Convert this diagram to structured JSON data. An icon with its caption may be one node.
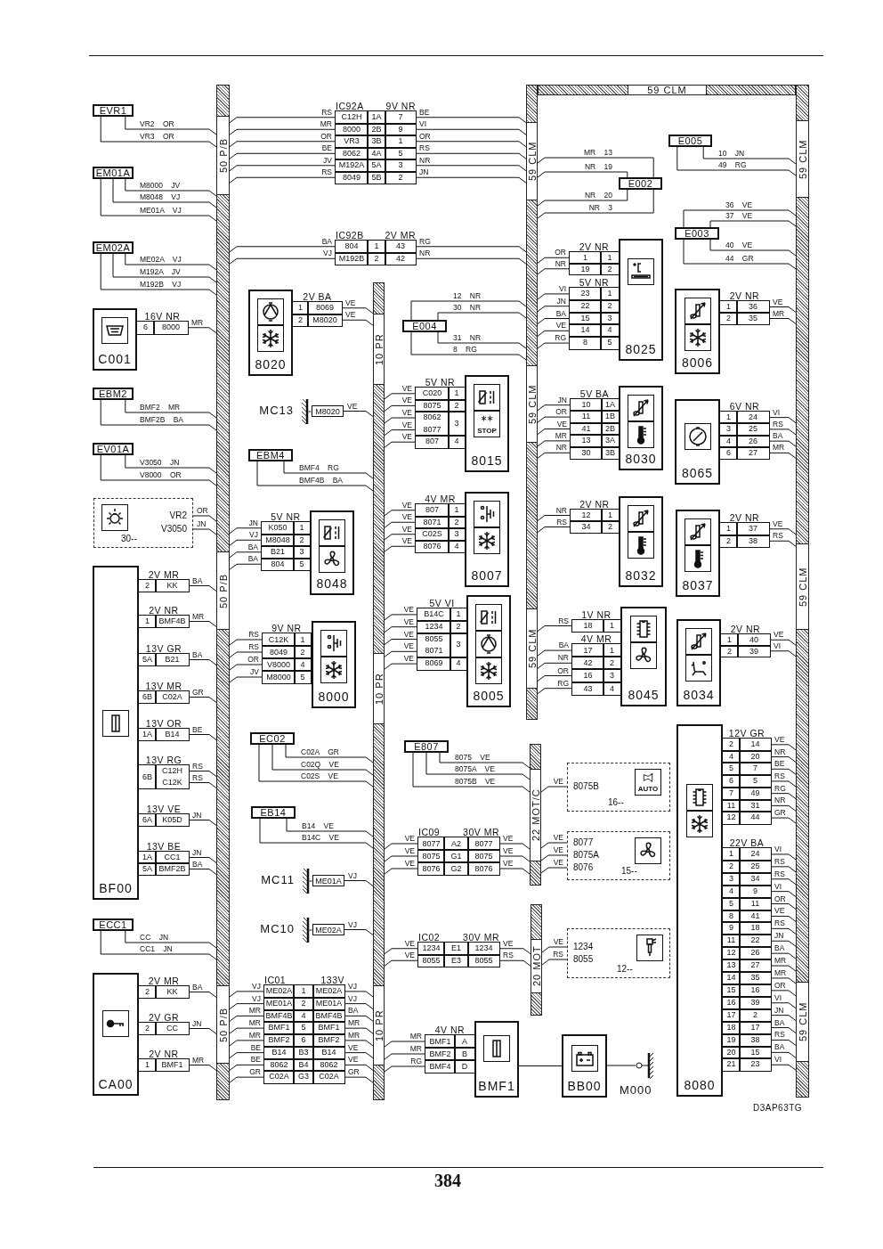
{
  "diagram": {
    "nodes": [
      {
        "text": [
          "50 P/B",
          "50 P/B",
          "50 P/B"
        ]
      },
      {
        "text": [
          "10 PR",
          "10 PR",
          "10 PR"
        ]
      },
      {
        "text": [
          "59 CLM"
        ]
      },
      {
        "text": [
          "59 CLM",
          "59 CLM",
          "59 CLM"
        ]
      },
      {
        "text": [
          "59 CLM",
          "59 CLM",
          "59 CLM"
        ]
      },
      {
        "text": [
          "22 MOT/C"
        ]
      },
      {
        "text": [
          "20 MOT"
        ]
      },
      {
        "text": [
          "EVR1"
        ]
      },
      {
        "text": [
          "EM01A"
        ]
      },
      {
        "text": [
          "EM02A"
        ]
      },
      {
        "text": [
          "C001"
        ]
      },
      {
        "text": [
          "16V NR",
          "6",
          "8000"
        ]
      },
      {
        "text": [
          "EBM2"
        ]
      },
      {
        "text": [
          "EV01A"
        ]
      },
      {
        "text": [
          "VR2",
          "V3050",
          "30--"
        ]
      },
      {
        "text": [
          "BF00"
        ]
      },
      {
        "text": [
          "2V MR",
          "2",
          "KK"
        ]
      },
      {
        "text": [
          "2V NR",
          "1",
          "BMF4B"
        ]
      },
      {
        "text": [
          "13V GR",
          "5A",
          "B21"
        ]
      },
      {
        "text": [
          "13V MR",
          "6B",
          "C02A"
        ]
      },
      {
        "text": [
          "13V OR",
          "1A",
          "B14"
        ]
      },
      {
        "text": [
          "13V RG",
          "6B",
          "C12H C12K"
        ]
      },
      {
        "text": [
          "13V VE",
          "6A",
          "K05D"
        ]
      },
      {
        "text": [
          "13V BE",
          "1A",
          "CC1",
          "5A",
          "BMF2B"
        ]
      },
      {
        "text": [
          "ECC1"
        ]
      },
      {
        "text": [
          "CA00"
        ]
      },
      {
        "text": [
          "2V MR",
          "2",
          "KK"
        ]
      },
      {
        "text": [
          "2V GR",
          "2",
          "CC"
        ]
      },
      {
        "text": [
          "2V NR",
          "1",
          "BMF1"
        ]
      },
      {
        "text": [
          "IC92A",
          "9V NR",
          "C12H",
          "1A",
          "7",
          "8000",
          "2B",
          "9",
          "VR3",
          "3B",
          "1",
          "8062",
          "4A",
          "5",
          "M192A",
          "5A",
          "3",
          "8049",
          "5B",
          "2"
        ]
      },
      {
        "text": [
          "IC92B",
          "2V MR",
          "804",
          "1",
          "43",
          "M192B",
          "2",
          "42"
        ]
      },
      {
        "text": [
          "8020"
        ]
      },
      {
        "text": [
          "2V BA",
          "1",
          "8069",
          "2",
          "M8020"
        ]
      },
      {
        "text": [
          "M8020"
        ],
        "beside": [
          "MC13"
        ]
      },
      {
        "text": [
          "EBM4"
        ]
      },
      {
        "text": [
          "5V NR",
          "K050",
          "1",
          "M8048",
          "2",
          "B21",
          "3",
          "804",
          "5"
        ]
      },
      {
        "text": [
          "8048"
        ]
      },
      {
        "text": [
          "9V NR",
          "C12K",
          "1",
          "8049",
          "2",
          "V8000",
          "4",
          "M8000",
          "5"
        ]
      },
      {
        "text": [
          "8000"
        ]
      },
      {
        "text": [
          "EC02"
        ]
      },
      {
        "text": [
          "EB14"
        ]
      },
      {
        "text": [
          "ME01A"
        ],
        "beside": [
          "MC11"
        ]
      },
      {
        "text": [
          "ME02A"
        ],
        "beside": [
          "MC10"
        ]
      },
      {
        "text": [
          "IC01",
          "133V",
          "ME02A",
          "1",
          "ME02A",
          "ME01A",
          "2",
          "ME01A",
          "BMF4B",
          "4",
          "BMF4B",
          "BMF1",
          "5",
          "BMF1",
          "BMF2",
          "6",
          "BMF2",
          "B14",
          "B3",
          "B14",
          "8062",
          "B4",
          "8062",
          "C02A",
          "G3",
          "C02A"
        ]
      },
      {
        "text": [
          "E004"
        ]
      },
      {
        "text": [
          "5V NR",
          "C020",
          "1",
          "8075",
          "2",
          "8062 8077",
          "3",
          "807",
          "4"
        ]
      },
      {
        "text": [
          "STOP",
          "8015"
        ]
      },
      {
        "text": [
          "4V MR",
          "807",
          "1",
          "8071",
          "2",
          "C02S",
          "3",
          "8076",
          "4"
        ]
      },
      {
        "text": [
          "8007"
        ]
      },
      {
        "text": [
          "5V VI",
          "B14C",
          "1",
          "1234",
          "2",
          "8055 8071",
          "3",
          "8069",
          "4"
        ]
      },
      {
        "text": [
          "8005"
        ]
      },
      {
        "text": [
          "E807"
        ]
      },
      {
        "text": [
          "IC09",
          "30V MR",
          "8077",
          "A2",
          "8077",
          "8075",
          "G1",
          "8075",
          "8076",
          "G2",
          "8076"
        ]
      },
      {
        "text": [
          "8075B",
          "16--",
          "AUTO"
        ]
      },
      {
        "text": [
          "8077",
          "8075A",
          "8076",
          "15--"
        ]
      },
      {
        "text": [
          "IC02",
          "30V MR",
          "1234",
          "E1",
          "1234",
          "8055",
          "E3",
          "8055"
        ]
      },
      {
        "text": [
          "1234",
          "8055",
          "12--"
        ]
      },
      {
        "text": [
          "4V NR",
          "BMF1",
          "A",
          "BMF2",
          "B",
          "BMF4",
          "D"
        ]
      },
      {
        "text": [
          "BMF1"
        ]
      },
      {
        "text": [
          "BB00"
        ]
      },
      {
        "text": [],
        "shape": "ground",
        "beside": [
          "M000"
        ]
      },
      {
        "text": [
          "E002"
        ]
      },
      {
        "text": [
          "E005"
        ]
      },
      {
        "text": [
          "E003"
        ]
      },
      {
        "text": [
          "2V NR",
          "1",
          "1",
          "19",
          "2"
        ]
      },
      {
        "text": [
          "5V NR",
          "23",
          "1",
          "22",
          "2",
          "15",
          "3",
          "14",
          "4",
          "8",
          "5"
        ]
      },
      {
        "text": [
          "8025"
        ]
      },
      {
        "text": [
          "8006"
        ]
      },
      {
        "text": [
          "2V NR",
          "1",
          "36",
          "2",
          "35"
        ]
      },
      {
        "text": [
          "5V BA",
          "10",
          "1A",
          "11",
          "1B",
          "41",
          "2B",
          "13",
          "3A",
          "30",
          "3B"
        ]
      },
      {
        "text": [
          "8030"
        ]
      },
      {
        "text": [
          "8065"
        ]
      },
      {
        "text": [
          "6V NR",
          "1",
          "24",
          "3",
          "25",
          "4",
          "26",
          "6",
          "27"
        ]
      },
      {
        "text": [
          "2V NR",
          "12",
          "1",
          "34",
          "2"
        ]
      },
      {
        "text": [
          "8032"
        ]
      },
      {
        "text": [
          "8037"
        ]
      },
      {
        "text": [
          "2V NR",
          "1",
          "37",
          "2",
          "38"
        ]
      },
      {
        "text": [
          "1V NR",
          "18",
          "1"
        ]
      },
      {
        "text": [
          "4V MR",
          "17",
          "1",
          "42",
          "2",
          "16",
          "3",
          "43",
          "4"
        ]
      },
      {
        "text": [
          "8045"
        ]
      },
      {
        "text": [
          "8034"
        ]
      },
      {
        "text": [
          "2V NR",
          "1",
          "40",
          "2",
          "39"
        ]
      },
      {
        "text": [
          "8080"
        ]
      },
      {
        "text": [
          "12V GR",
          "2",
          "14",
          "4",
          "20",
          "5",
          "7",
          "6",
          "5",
          "7",
          "49",
          "11",
          "31",
          "12",
          "44"
        ]
      },
      {
        "text": [
          "22V BA",
          "1",
          "24",
          "2",
          "25",
          "3",
          "34",
          "4",
          "9",
          "5",
          "11",
          "8",
          "41",
          "9",
          "18",
          "11",
          "22",
          "12",
          "26",
          "13",
          "27",
          "14",
          "35",
          "15",
          "16",
          "16",
          "39",
          "17",
          "2",
          "18",
          "17",
          "19",
          "38",
          "20",
          "15",
          "21",
          "23"
        ]
      }
    ],
    "edges": [
      {
        "from": 7,
        "to": 0,
        "arrow": "none",
        "label": "VR2 OR"
      },
      {
        "from": 7,
        "to": 0,
        "arrow": "none",
        "label": "VR3 OR"
      },
      {
        "from": 8,
        "to": 0,
        "arrow": "none",
        "label": "M8000 JV"
      },
      {
        "from": 8,
        "to": 0,
        "arrow": "none",
        "label": "M8048 VJ"
      },
      {
        "from": 8,
        "to": 0,
        "arrow": "none",
        "label": "ME01A VJ"
      },
      {
        "from": 9,
        "to": 0,
        "arrow": "none",
        "label": "ME02A VJ"
      },
      {
        "from": 9,
        "to": 0,
        "arrow": "none",
        "label": "M192A JV"
      },
      {
        "from": 9,
        "to": 0,
        "arrow": "none",
        "label": "M192B VJ"
      },
      {
        "from": 11,
        "to": 0,
        "arrow": "none",
        "label": "MR"
      },
      {
        "from": 12,
        "to": 0,
        "arrow": "none",
        "label": "BMF2 MR"
      },
      {
        "from": 12,
        "to": 0,
        "arrow": "none",
        "label": "BMF2B BA"
      },
      {
        "from": 13,
        "to": 0,
        "arrow": "none",
        "label": "V3050 JN"
      },
      {
        "from": 13,
        "to": 0,
        "arrow": "none",
        "label": "V8000 OR"
      },
      {
        "from": 14,
        "to": 0,
        "arrow": "none",
        "label": "OR"
      },
      {
        "from": 14,
        "to": 0,
        "arrow": "none",
        "label": "JN"
      },
      {
        "from": 16,
        "to": 0,
        "arrow": "none",
        "label": "BA"
      },
      {
        "from": 17,
        "to": 0,
        "arrow": "none",
        "label": "MR"
      },
      {
        "from": 18,
        "to": 0,
        "arrow": "none",
        "label": "BA"
      },
      {
        "from": 19,
        "to": 0,
        "arrow": "none",
        "label": "GR"
      },
      {
        "from": 20,
        "to": 0,
        "arrow": "none",
        "label": "BE"
      },
      {
        "from": 21,
        "to": 0,
        "arrow": "none",
        "label": "RS"
      },
      {
        "from": 21,
        "to": 0,
        "arrow": "none",
        "label": "RS"
      },
      {
        "from": 22,
        "to": 0,
        "arrow": "none",
        "label": "JN"
      },
      {
        "from": 23,
        "to": 0,
        "arrow": "none",
        "label": "JN"
      },
      {
        "from": 23,
        "to": 0,
        "arrow": "none",
        "label": "BA"
      },
      {
        "from": 24,
        "to": 0,
        "arrow": "none",
        "label": "CC JN"
      },
      {
        "from": 24,
        "to": 0,
        "arrow": "none",
        "label": "CC1 JN"
      },
      {
        "from": 26,
        "to": 0,
        "arrow": "none",
        "label": "BA"
      },
      {
        "from": 27,
        "to": 0,
        "arrow": "none",
        "label": "JN"
      },
      {
        "from": 28,
        "to": 0,
        "arrow": "none",
        "label": "MR"
      },
      {
        "from": 29,
        "to": 0,
        "arrow": "none",
        "label": "RS"
      },
      {
        "from": 29,
        "to": 0,
        "arrow": "none",
        "label": "MR"
      },
      {
        "from": 29,
        "to": 0,
        "arrow": "none",
        "label": "OR"
      },
      {
        "from": 29,
        "to": 0,
        "arrow": "none",
        "label": "BE"
      },
      {
        "from": 29,
        "to": 0,
        "arrow": "none",
        "label": "JV"
      },
      {
        "from": 29,
        "to": 0,
        "arrow": "none",
        "label": "RS"
      },
      {
        "from": 29,
        "to": 3,
        "arrow": "none",
        "label": "BE"
      },
      {
        "from": 29,
        "to": 3,
        "arrow": "none",
        "label": "VI"
      },
      {
        "from": 29,
        "to": 3,
        "arrow": "none",
        "label": "OR"
      },
      {
        "from": 29,
        "to": 3,
        "arrow": "none",
        "label": "RS"
      },
      {
        "from": 29,
        "to": 3,
        "arrow": "none",
        "label": "NR"
      },
      {
        "from": 29,
        "to": 3,
        "arrow": "none",
        "label": "JN"
      },
      {
        "from": 30,
        "to": 0,
        "arrow": "none",
        "label": "BA"
      },
      {
        "from": 30,
        "to": 0,
        "arrow": "none",
        "label": "VJ"
      },
      {
        "from": 30,
        "to": 3,
        "arrow": "none",
        "label": "RG"
      },
      {
        "from": 30,
        "to": 3,
        "arrow": "none",
        "label": "NR"
      },
      {
        "from": 32,
        "to": 1,
        "arrow": "none",
        "label": "VE"
      },
      {
        "from": 32,
        "to": 1,
        "arrow": "none",
        "label": "VE"
      },
      {
        "from": 33,
        "to": 1,
        "arrow": "none",
        "label": "VE"
      },
      {
        "from": 34,
        "to": 1,
        "arrow": "none",
        "label": "BMF4 RG"
      },
      {
        "from": 34,
        "to": 1,
        "arrow": "none",
        "label": "BMF4B BA"
      },
      {
        "from": 35,
        "to": 0,
        "arrow": "none",
        "label": "JN"
      },
      {
        "from": 35,
        "to": 0,
        "arrow": "none",
        "label": "VJ"
      },
      {
        "from": 35,
        "to": 0,
        "arrow": "none",
        "label": "BA"
      },
      {
        "from": 35,
        "to": 0,
        "arrow": "none",
        "label": "BA"
      },
      {
        "from": 37,
        "to": 0,
        "arrow": "none",
        "label": "RS"
      },
      {
        "from": 37,
        "to": 0,
        "arrow": "none",
        "label": "RS"
      },
      {
        "from": 37,
        "to": 0,
        "arrow": "none",
        "label": "OR"
      },
      {
        "from": 37,
        "to": 0,
        "arrow": "none",
        "label": "JV"
      },
      {
        "from": 39,
        "to": 1,
        "arrow": "none",
        "label": "C02A GR"
      },
      {
        "from": 39,
        "to": 1,
        "arrow": "none",
        "label": "C02Q VE"
      },
      {
        "from": 39,
        "to": 1,
        "arrow": "none",
        "label": "C02S VE"
      },
      {
        "from": 40,
        "to": 1,
        "arrow": "none",
        "label": "B14 VE"
      },
      {
        "from": 40,
        "to": 1,
        "arrow": "none",
        "label": "B14C VE"
      },
      {
        "from": 41,
        "to": 1,
        "arrow": "none",
        "label": "VJ"
      },
      {
        "from": 42,
        "to": 1,
        "arrow": "none",
        "label": "VJ"
      },
      {
        "from": 43,
        "to": 0,
        "arrow": "none",
        "label": "VJ"
      },
      {
        "from": 43,
        "to": 0,
        "arrow": "none",
        "label": "VJ"
      },
      {
        "from": 43,
        "to": 0,
        "arrow": "none",
        "label": "MR"
      },
      {
        "from": 43,
        "to": 0,
        "arrow": "none",
        "label": "MR"
      },
      {
        "from": 43,
        "to": 0,
        "arrow": "none",
        "label": "MR"
      },
      {
        "from": 43,
        "to": 0,
        "arrow": "none",
        "label": "BE"
      },
      {
        "from": 43,
        "to": 0,
        "arrow": "none",
        "label": "BE"
      },
      {
        "from": 43,
        "to": 0,
        "arrow": "none",
        "label": "GR"
      },
      {
        "from": 43,
        "to": 1,
        "arrow": "none",
        "label": "VJ"
      },
      {
        "from": 43,
        "to": 1,
        "arrow": "none",
        "label": "VJ"
      },
      {
        "from": 43,
        "to": 1,
        "arrow": "none",
        "label": "BA"
      },
      {
        "from": 43,
        "to": 1,
        "arrow": "none",
        "label": "MR"
      },
      {
        "from": 43,
        "to": 1,
        "arrow": "none",
        "label": "MR"
      },
      {
        "from": 43,
        "to": 1,
        "arrow": "none",
        "label": "VE"
      },
      {
        "from": 43,
        "to": 1,
        "arrow": "none",
        "label": "VE"
      },
      {
        "from": 43,
        "to": 1,
        "arrow": "none",
        "label": "GR"
      },
      {
        "from": 44,
        "to": 3,
        "arrow": "none",
        "label": "12 NR"
      },
      {
        "from": 44,
        "to": 3,
        "arrow": "none",
        "label": "30 NR"
      },
      {
        "from": 44,
        "to": 3,
        "arrow": "none",
        "label": "31 NR"
      },
      {
        "from": 44,
        "to": 3,
        "arrow": "none",
        "label": "8 RG"
      },
      {
        "from": 45,
        "to": 1,
        "arrow": "none",
        "label": "VE"
      },
      {
        "from": 45,
        "to": 1,
        "arrow": "none",
        "label": "VE"
      },
      {
        "from": 45,
        "to": 1,
        "arrow": "none",
        "label": "VE"
      },
      {
        "from": 45,
        "to": 1,
        "arrow": "none",
        "label": "VE"
      },
      {
        "from": 45,
        "to": 1,
        "arrow": "none",
        "label": "VE"
      },
      {
        "from": 47,
        "to": 1,
        "arrow": "none",
        "label": "VE"
      },
      {
        "from": 47,
        "to": 1,
        "arrow": "none",
        "label": "VE"
      },
      {
        "from": 47,
        "to": 1,
        "arrow": "none",
        "label": "VE"
      },
      {
        "from": 47,
        "to": 1,
        "arrow": "none",
        "label": "VE"
      },
      {
        "from": 49,
        "to": 1,
        "arrow": "none",
        "label": "VE"
      },
      {
        "from": 49,
        "to": 1,
        "arrow": "none",
        "label": "VE"
      },
      {
        "from": 49,
        "to": 1,
        "arrow": "none",
        "label": "VE"
      },
      {
        "from": 49,
        "to": 1,
        "arrow": "none",
        "label": "VE"
      },
      {
        "from": 49,
        "to": 1,
        "arrow": "none",
        "label": "VE"
      },
      {
        "from": 51,
        "to": 5,
        "arrow": "none",
        "label": "8075 VE"
      },
      {
        "from": 51,
        "to": 5,
        "arrow": "none",
        "label": "8075A VE"
      },
      {
        "from": 51,
        "to": 5,
        "arrow": "none",
        "label": "8075B VE"
      },
      {
        "from": 52,
        "to": 1,
        "arrow": "none",
        "label": "VE"
      },
      {
        "from": 52,
        "to": 1,
        "arrow": "none",
        "label": "VE"
      },
      {
        "from": 52,
        "to": 1,
        "arrow": "none",
        "label": "VE"
      },
      {
        "from": 52,
        "to": 5,
        "arrow": "none",
        "label": "VE"
      },
      {
        "from": 52,
        "to": 5,
        "arrow": "none",
        "label": "VE"
      },
      {
        "from": 52,
        "to": 5,
        "arrow": "none",
        "label": "VE"
      },
      {
        "from": 53,
        "to": 5,
        "arrow": "none",
        "label": "VE"
      },
      {
        "from": 54,
        "to": 5,
        "arrow": "none",
        "label": "VE"
      },
      {
        "from": 54,
        "to": 5,
        "arrow": "none",
        "label": "VE"
      },
      {
        "from": 54,
        "to": 5,
        "arrow": "none",
        "label": "VE"
      },
      {
        "from": 55,
        "to": 1,
        "arrow": "none",
        "label": "VE"
      },
      {
        "from": 55,
        "to": 1,
        "arrow": "none",
        "label": "VE"
      },
      {
        "from": 55,
        "to": 6,
        "arrow": "none",
        "label": "VE"
      },
      {
        "from": 55,
        "to": 6,
        "arrow": "none",
        "label": "RS"
      },
      {
        "from": 56,
        "to": 6,
        "arrow": "none",
        "label": "VE"
      },
      {
        "from": 56,
        "to": 6,
        "arrow": "none",
        "label": "RS"
      },
      {
        "from": 57,
        "to": 1,
        "arrow": "none",
        "label": "MR"
      },
      {
        "from": 57,
        "to": 1,
        "arrow": "none",
        "label": "MR"
      },
      {
        "from": 57,
        "to": 1,
        "arrow": "none",
        "label": "RG"
      },
      {
        "from": 58,
        "to": 59,
        "arrow": "none"
      },
      {
        "from": 59,
        "to": 60,
        "arrow": "none"
      },
      {
        "from": 61,
        "to": 3,
        "arrow": "none",
        "label": "MR 13"
      },
      {
        "from": 61,
        "to": 3,
        "arrow": "none",
        "label": "NR 19"
      },
      {
        "from": 61,
        "to": 3,
        "arrow": "none",
        "label": "NR 20"
      },
      {
        "from": 61,
        "to": 3,
        "arrow": "none",
        "label": "NR 3"
      },
      {
        "from": 62,
        "to": 4,
        "arrow": "none",
        "label": "10 JN"
      },
      {
        "from": 62,
        "to": 4,
        "arrow": "none",
        "label": "49 RG"
      },
      {
        "from": 63,
        "to": 4,
        "arrow": "none",
        "label": "36 VE"
      },
      {
        "from": 63,
        "to": 4,
        "arrow": "none",
        "label": "37 VE"
      },
      {
        "from": 63,
        "to": 4,
        "arrow": "none",
        "label": "40 VE"
      },
      {
        "from": 63,
        "to": 4,
        "arrow": "none",
        "label": "44 GR"
      },
      {
        "from": 64,
        "to": 3,
        "arrow": "none",
        "label": "OR"
      },
      {
        "from": 64,
        "to": 3,
        "arrow": "none",
        "label": "NR"
      },
      {
        "from": 65,
        "to": 3,
        "arrow": "none",
        "label": "VI"
      },
      {
        "from": 65,
        "to": 3,
        "arrow": "none",
        "label": "JN"
      },
      {
        "from": 65,
        "to": 3,
        "arrow": "none",
        "label": "BA"
      },
      {
        "from": 65,
        "to": 3,
        "arrow": "none",
        "label": "VE"
      },
      {
        "from": 65,
        "to": 3,
        "arrow": "none",
        "label": "RG"
      },
      {
        "from": 68,
        "to": 4,
        "arrow": "none",
        "label": "VE"
      },
      {
        "from": 68,
        "to": 4,
        "arrow": "none",
        "label": "MR"
      },
      {
        "from": 69,
        "to": 3,
        "arrow": "none",
        "label": "JN"
      },
      {
        "from": 69,
        "to": 3,
        "arrow": "none",
        "label": "OR"
      },
      {
        "from": 69,
        "to": 3,
        "arrow": "none",
        "label": "VE"
      },
      {
        "from": 69,
        "to": 3,
        "arrow": "none",
        "label": "MR"
      },
      {
        "from": 69,
        "to": 3,
        "arrow": "none",
        "label": "NR"
      },
      {
        "from": 72,
        "to": 4,
        "arrow": "none",
        "label": "VI"
      },
      {
        "from": 72,
        "to": 4,
        "arrow": "none",
        "label": "RS"
      },
      {
        "from": 72,
        "to": 4,
        "arrow": "none",
        "label": "BA"
      },
      {
        "from": 72,
        "to": 4,
        "arrow": "none",
        "label": "MR"
      },
      {
        "from": 73,
        "to": 3,
        "arrow": "none",
        "label": "NR"
      },
      {
        "from": 73,
        "to": 3,
        "arrow": "none",
        "label": "RS"
      },
      {
        "from": 76,
        "to": 4,
        "arrow": "none",
        "label": "VE"
      },
      {
        "from": 76,
        "to": 4,
        "arrow": "none",
        "label": "RS"
      },
      {
        "from": 77,
        "to": 3,
        "arrow": "none",
        "label": "RS"
      },
      {
        "from": 78,
        "to": 3,
        "arrow": "none",
        "label": "BA"
      },
      {
        "from": 78,
        "to": 3,
        "arrow": "none",
        "label": "NR"
      },
      {
        "from": 78,
        "to": 3,
        "arrow": "none",
        "label": "OR"
      },
      {
        "from": 78,
        "to": 3,
        "arrow": "none",
        "label": "RG"
      },
      {
        "from": 81,
        "to": 4,
        "arrow": "none",
        "label": "VE"
      },
      {
        "from": 81,
        "to": 4,
        "arrow": "none",
        "label": "VI"
      },
      {
        "from": 83,
        "to": 4,
        "arrow": "none",
        "label": "VE"
      },
      {
        "from": 83,
        "to": 4,
        "arrow": "none",
        "label": "NR"
      },
      {
        "from": 83,
        "to": 4,
        "arrow": "none",
        "label": "BE"
      },
      {
        "from": 83,
        "to": 4,
        "arrow": "none",
        "label": "RS"
      },
      {
        "from": 83,
        "to": 4,
        "arrow": "none",
        "label": "RG"
      },
      {
        "from": 83,
        "to": 4,
        "arrow": "none",
        "label": "NR"
      },
      {
        "from": 83,
        "to": 4,
        "arrow": "none",
        "label": "GR"
      },
      {
        "from": 84,
        "to": 4,
        "arrow": "none",
        "label": "VI"
      },
      {
        "from": 84,
        "to": 4,
        "arrow": "none",
        "label": "RS"
      },
      {
        "from": 84,
        "to": 4,
        "arrow": "none",
        "label": "RS"
      },
      {
        "from": 84,
        "to": 4,
        "arrow": "none",
        "label": "VI"
      },
      {
        "from": 84,
        "to": 4,
        "arrow": "none",
        "label": "OR"
      },
      {
        "from": 84,
        "to": 4,
        "arrow": "none",
        "label": "VE"
      },
      {
        "from": 84,
        "to": 4,
        "arrow": "none",
        "label": "RS"
      },
      {
        "from": 84,
        "to": 4,
        "arrow": "none",
        "label": "JN"
      },
      {
        "from": 84,
        "to": 4,
        "arrow": "none",
        "label": "BA"
      },
      {
        "from": 84,
        "to": 4,
        "arrow": "none",
        "label": "MR"
      },
      {
        "from": 84,
        "to": 4,
        "arrow": "none",
        "label": "MR"
      },
      {
        "from": 84,
        "to": 4,
        "arrow": "none",
        "label": "OR"
      },
      {
        "from": 84,
        "to": 4,
        "arrow": "none",
        "label": "VI"
      },
      {
        "from": 84,
        "to": 4,
        "arrow": "none",
        "label": "JN"
      },
      {
        "from": 84,
        "to": 4,
        "arrow": "none",
        "label": "BA"
      },
      {
        "from": 84,
        "to": 4,
        "arrow": "none",
        "label": "RS"
      },
      {
        "from": 84,
        "to": 4,
        "arrow": "none",
        "label": "BA"
      },
      {
        "from": 84,
        "to": 4,
        "arrow": "none",
        "label": "VI"
      }
    ],
    "labels": [
      "D3AP63TG",
      "384"
    ]
  }
}
